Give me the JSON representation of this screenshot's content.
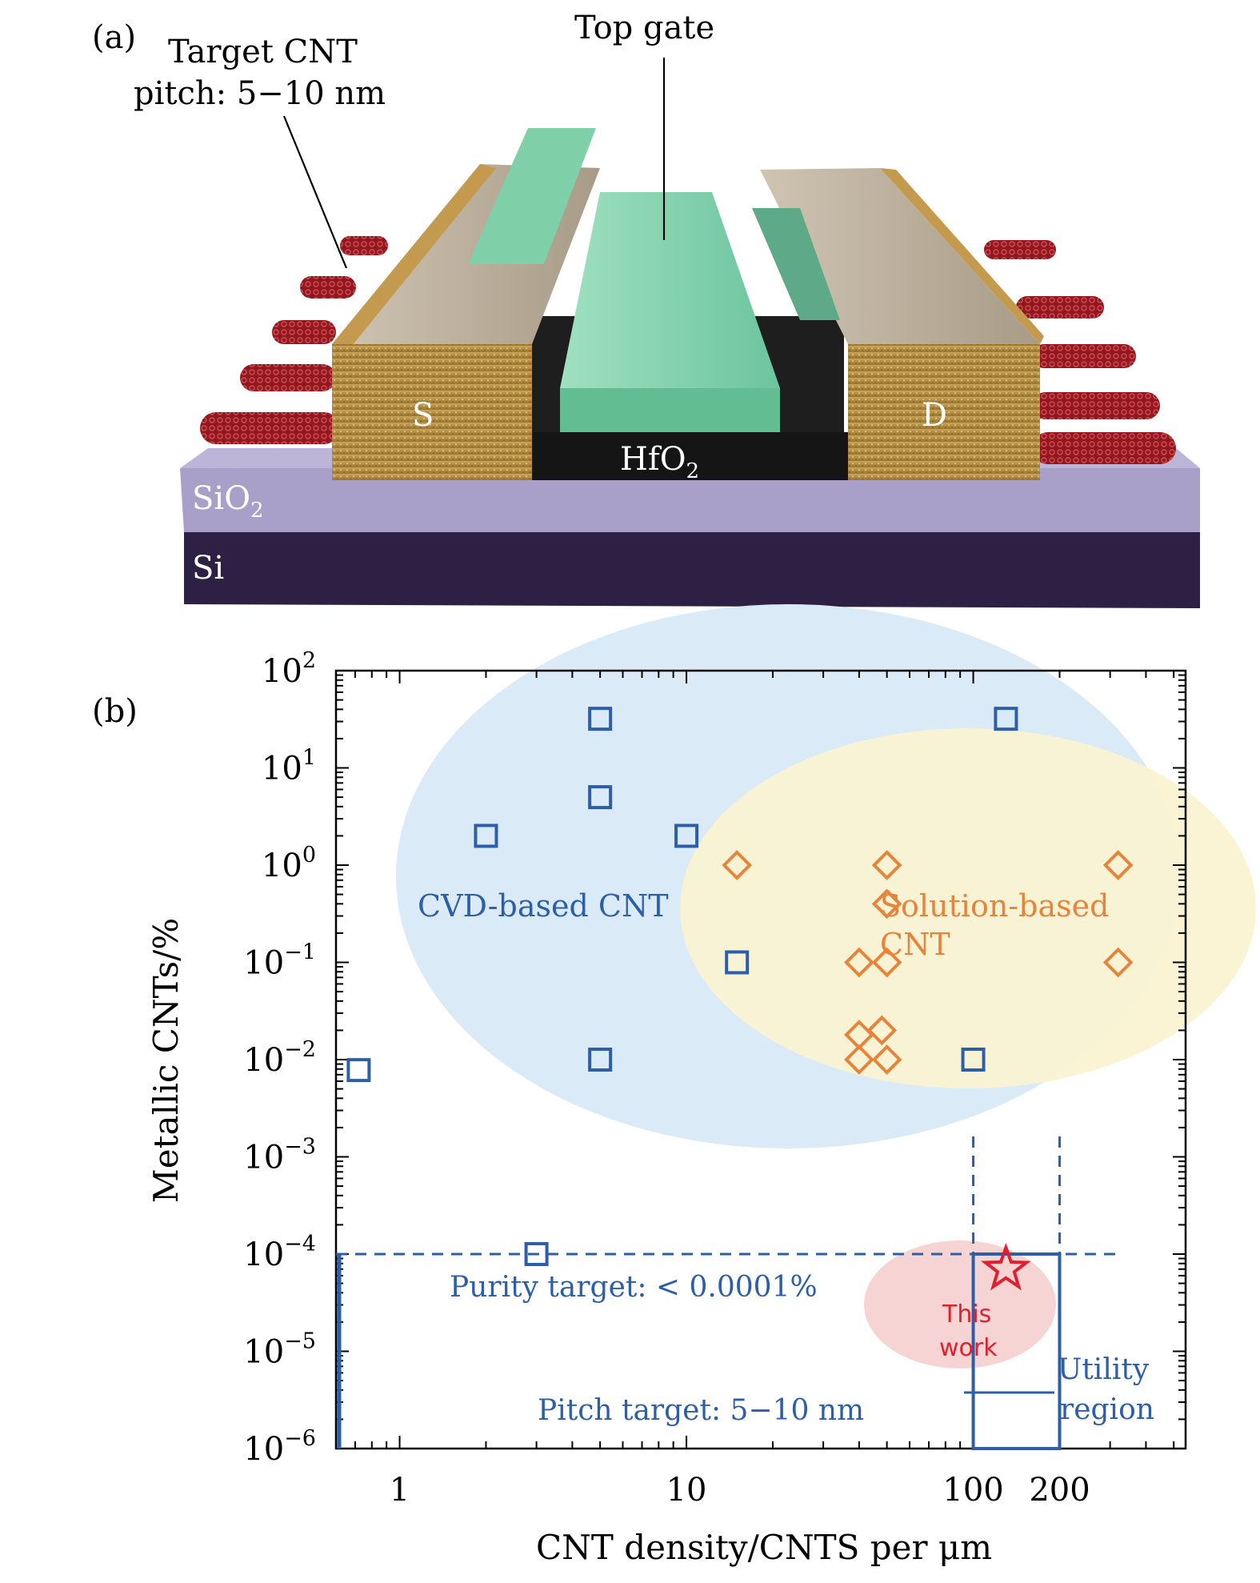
{
  "panel_a": {
    "label": "(a)",
    "callout_cnt": [
      "Target CNT",
      "pitch: 5−10 nm"
    ],
    "callout_gate": "Top gate",
    "source": "S",
    "drain": "D",
    "dielectric": "HfO",
    "dielectric_sub": "2",
    "oxide": "SiO",
    "oxide_sub": "2",
    "substrate": "Si",
    "colors": {
      "cnt": "#b8242c",
      "metal": "#b58a3a",
      "gate": "#86d4b0",
      "sio2": "#9c92c0",
      "si": "#2e1f44"
    }
  },
  "chart_data": {
    "type": "scatter",
    "panel_label": "(b)",
    "xlabel": "CNT density/CNTS per μm",
    "ylabel": "Metallic CNTs/%",
    "x_scale": "log",
    "y_scale": "log",
    "xlim": [
      0.6,
      550
    ],
    "ylim": [
      1e-06,
      100
    ],
    "x_ticks": [
      {
        "value": 1,
        "label": "1"
      },
      {
        "value": 10,
        "label": "10"
      },
      {
        "value": 100,
        "label": "100"
      },
      {
        "value": 200,
        "label": "200"
      }
    ],
    "y_ticks": [
      {
        "value": 100,
        "base": "10",
        "exp": "2"
      },
      {
        "value": 10,
        "base": "10",
        "exp": "1"
      },
      {
        "value": 1,
        "base": "10",
        "exp": "0"
      },
      {
        "value": 0.1,
        "base": "10",
        "exp": "−1"
      },
      {
        "value": 0.01,
        "base": "10",
        "exp": "−2"
      },
      {
        "value": 0.001,
        "base": "10",
        "exp": "−3"
      },
      {
        "value": 0.0001,
        "base": "10",
        "exp": "−4"
      },
      {
        "value": 1e-05,
        "base": "10",
        "exp": "−5"
      },
      {
        "value": 1e-06,
        "base": "10",
        "exp": "−6"
      }
    ],
    "grid": false,
    "series": [
      {
        "name": "CVD-based CNT",
        "marker": "square",
        "color": "#2d5fa8",
        "region_color": "#dbeaf7",
        "x": [
          5,
          130,
          5,
          2,
          10,
          15,
          0.72,
          5,
          100,
          3
        ],
        "y": [
          32,
          32,
          5,
          2,
          2,
          0.1,
          0.0078,
          0.01,
          0.01,
          0.0001
        ]
      },
      {
        "name": "Solution-based CNT",
        "marker": "diamond",
        "color": "#e8843a",
        "region_color": "#faf3d2",
        "x": [
          15,
          50,
          320,
          50,
          40,
          50,
          320,
          40,
          48,
          40,
          50
        ],
        "y": [
          1,
          1,
          1,
          0.4,
          0.1,
          0.1,
          0.1,
          0.018,
          0.02,
          0.01,
          0.01
        ]
      }
    ],
    "this_work": {
      "x": 130,
      "y": 7e-05,
      "label": [
        "This",
        "work"
      ],
      "color": "#e0202e",
      "region_color": "#f6d4d4"
    },
    "annotations": {
      "cvd_label": "CVD-based CNT",
      "solution_label": [
        "Solution-based",
        "CNT"
      ],
      "purity_target": "Purity target: < 0.0001%",
      "pitch_target": "Pitch target: 5−10 nm",
      "utility_region": [
        "Utility",
        "region"
      ],
      "purity_level": 0.0001,
      "pitch_range": [
        100,
        200
      ],
      "line_color": "#2d5fa8"
    }
  }
}
